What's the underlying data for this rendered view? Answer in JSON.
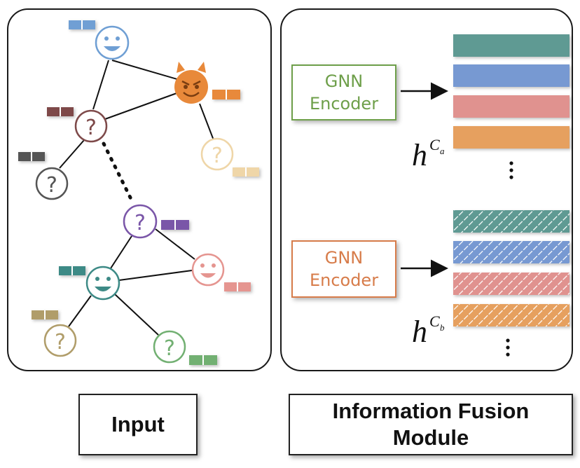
{
  "captions": {
    "input": "Input",
    "fusion_line1": "Information Fusion",
    "fusion_line2": "Module"
  },
  "encoders": {
    "a": {
      "line1": "GNN",
      "line2": "Encoder"
    },
    "b": {
      "line1": "GNN",
      "line2": "Encoder"
    }
  },
  "embeddings": {
    "a": {
      "symbol": "h",
      "sup": "C",
      "sub": "a"
    },
    "b": {
      "symbol": "h",
      "sup": "C",
      "sub": "b"
    }
  },
  "colors": {
    "teal": "#5e9a93",
    "blue": "#7799d2",
    "pink": "#e0928f",
    "orange": "#e6a05e",
    "devil": "#e8893a",
    "encoder_a": "#6e9f4a",
    "encoder_b": "#d77c4a"
  },
  "nodes": [
    {
      "name": "blue-smiley",
      "kind": "smiley",
      "color": "#6f9fd4"
    },
    {
      "name": "devil",
      "kind": "devil",
      "color": "#e8893a"
    },
    {
      "name": "brown-question",
      "kind": "question",
      "color": "#7e4a4a"
    },
    {
      "name": "light-question",
      "kind": "question",
      "color": "#efd6a8"
    },
    {
      "name": "gray-question",
      "kind": "question",
      "color": "#555555"
    },
    {
      "name": "purple-question",
      "kind": "question",
      "color": "#7a56a8"
    },
    {
      "name": "pink-smiley",
      "kind": "smiley",
      "color": "#e59590"
    },
    {
      "name": "teal-smiley",
      "kind": "smiley",
      "color": "#3d8a86"
    },
    {
      "name": "tan-question",
      "kind": "question",
      "color": "#b09d6a"
    },
    {
      "name": "green-question",
      "kind": "question",
      "color": "#72b072"
    }
  ]
}
